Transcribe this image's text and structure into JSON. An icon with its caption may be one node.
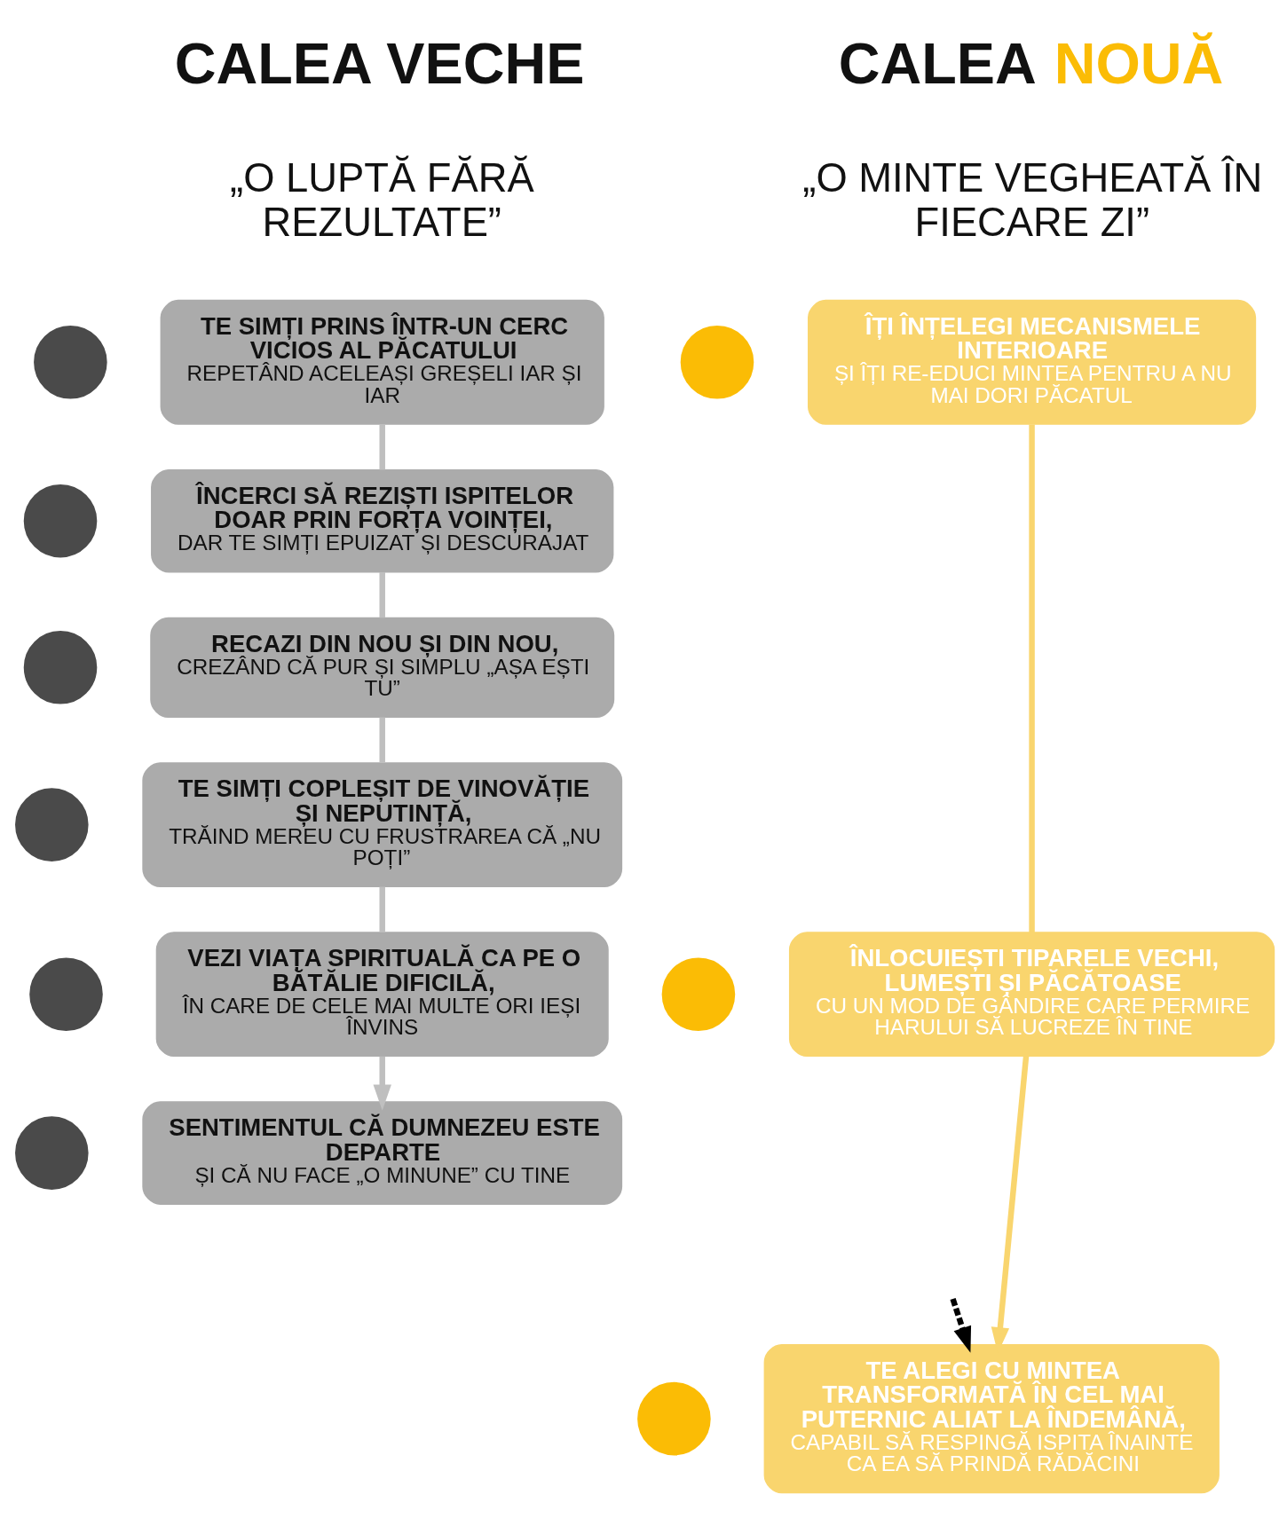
{
  "diagram": {
    "nodes": [
      {
        "text": [
          "TE SIMȚI PRINS ÎNTR-UN CERC VICIOS AL PĂCATULUI",
          "REPETÂND ACELEAȘI GREȘELI IAR ȘI IAR"
        ]
      },
      {
        "text": [
          "ÎNCERCI SĂ REZIȘTI ISPITELOR DOAR PRIN FORȚA VOINȚEI,",
          "DAR TE SIMȚI EPUIZAT ȘI DESCURAJAT"
        ]
      },
      {
        "text": [
          "RECAZI DIN NOU ȘI DIN NOU,",
          "CREZÂND CĂ PUR ȘI SIMPLU „AȘA EȘTI TU”"
        ]
      },
      {
        "text": [
          "TE SIMȚI COPLEȘIT DE VINOVĂȚIE ȘI NEPUTINȚĂ,",
          "TRĂIND MEREU CU FRUSTRAREA CĂ „NU POȚI”"
        ]
      },
      {
        "text": [
          "VEZI VIAȚA SPIRITUALĂ CA PE O BĂTĂLIE DIFICILĂ,",
          "ÎN CARE DE CELE MAI MULTE ORI IEȘI ÎNVINS"
        ]
      },
      {
        "text": [
          "SENTIMENTUL CĂ DUMNEZEU ESTE DEPARTE",
          "ȘI CĂ NU FACE „O MINUNE” CU TINE"
        ]
      },
      {
        "text": [
          "ÎȚI ÎNȚELEGI MECANISMELE INTERIOARE",
          "ȘI ÎȚI RE-EDUCI MINTEA PENTRU A NU MAI DORI PĂCATUL"
        ]
      },
      {
        "text": [
          "ÎNLOCUIEȘTI TIPARELE VECHI, LUMEȘTI ȘI PĂCĂTOASE",
          "CU UN MOD DE GÂNDIRE CARE PERMIRE HARULUI SĂ LUCREZE ÎN TINE"
        ]
      },
      {
        "text": [
          "TE ALEGI CU MINTEA TRANSFORMATĂ ÎN CEL MAI PUTERNIC ALIAT LA ÎNDEMÂNĂ,",
          "CAPABIL SĂ RESPINGĂ ISPITA ÎNAINTE CA EA SĂ PRINDĂ RĂDĂCINI"
        ]
      },
      {
        "text": [],
        "shape": "circle"
      },
      {
        "text": [],
        "shape": "circle"
      },
      {
        "text": [],
        "shape": "circle"
      },
      {
        "text": [],
        "shape": "circle"
      },
      {
        "text": [],
        "shape": "circle"
      },
      {
        "text": [],
        "shape": "circle"
      },
      {
        "text": [],
        "shape": "circle"
      },
      {
        "text": [],
        "shape": "circle"
      },
      {
        "text": [],
        "shape": "circle"
      }
    ],
    "edges": [
      {
        "from": 0,
        "to": 1,
        "arrow": "none",
        "color": "#bfbfbf"
      },
      {
        "from": 1,
        "to": 2,
        "arrow": "none",
        "color": "#bfbfbf"
      },
      {
        "from": 2,
        "to": 3,
        "arrow": "none",
        "color": "#bfbfbf"
      },
      {
        "from": 3,
        "to": 4,
        "arrow": "none",
        "color": "#bfbfbf"
      },
      {
        "from": 4,
        "to": 5,
        "arrow": "to",
        "color": "#bfbfbf"
      },
      {
        "from": 6,
        "to": 7,
        "arrow": "none",
        "color": "#f9d56e"
      },
      {
        "from": 7,
        "to": 8,
        "arrow": "to",
        "color": "#f9d56e"
      },
      {
        "from": null,
        "to": 8,
        "arrow": "to",
        "style": "dashed",
        "color": "#000000"
      }
    ],
    "labels": [
      "CALEA VECHE",
      "„O LUPTĂ FĂRĂ REZULTATE”",
      "CALEA NOUĂ",
      "„O MINTE VEGHEATĂ ÎN FIECARE ZI”"
    ]
  }
}
